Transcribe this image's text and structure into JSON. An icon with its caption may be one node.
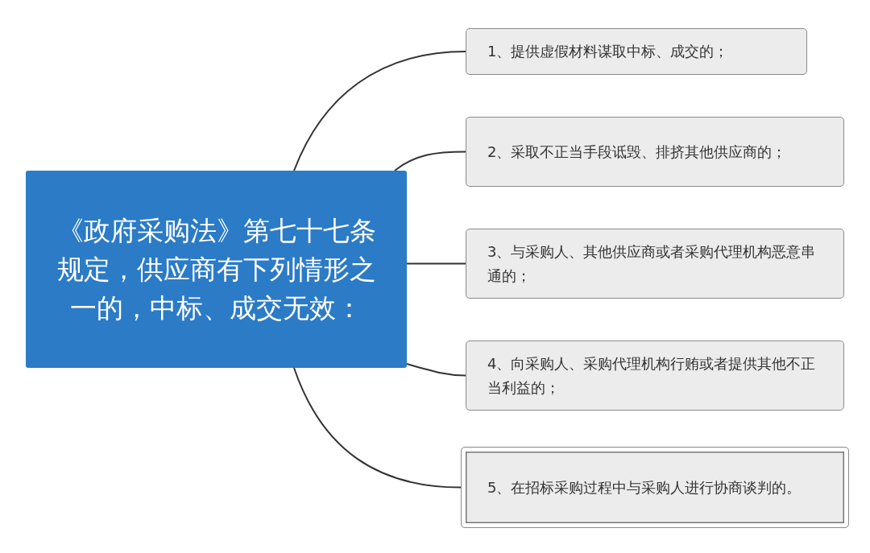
{
  "diagram": {
    "nodes": [
      {
        "text": [
          "《政府采购法》第七十七条规定，供应商有下列情形之一的，中标、成交无效："
        ]
      },
      {
        "text": [
          "1、提供虚假材料谋取中标、成交的；"
        ]
      },
      {
        "text": [
          "2、采取不正当手段诋毁、排挤其他供应商的；"
        ]
      },
      {
        "text": [
          "3、与采购人、其他供应商或者采购代理机构恶意串通的；"
        ]
      },
      {
        "text": [
          "4、向采购人、采购代理机构行贿或者提供其他不正当利益的；"
        ]
      },
      {
        "text": [
          "5、在招标采购过程中与采购人进行协商谈判的。"
        ]
      }
    ],
    "edges": [
      {
        "from": 0,
        "to": 1,
        "arrow": "none"
      },
      {
        "from": 0,
        "to": 2,
        "arrow": "none"
      },
      {
        "from": 0,
        "to": 3,
        "arrow": "none"
      },
      {
        "from": 0,
        "to": 4,
        "arrow": "none"
      },
      {
        "from": 0,
        "to": 5,
        "arrow": "none"
      }
    ]
  }
}
